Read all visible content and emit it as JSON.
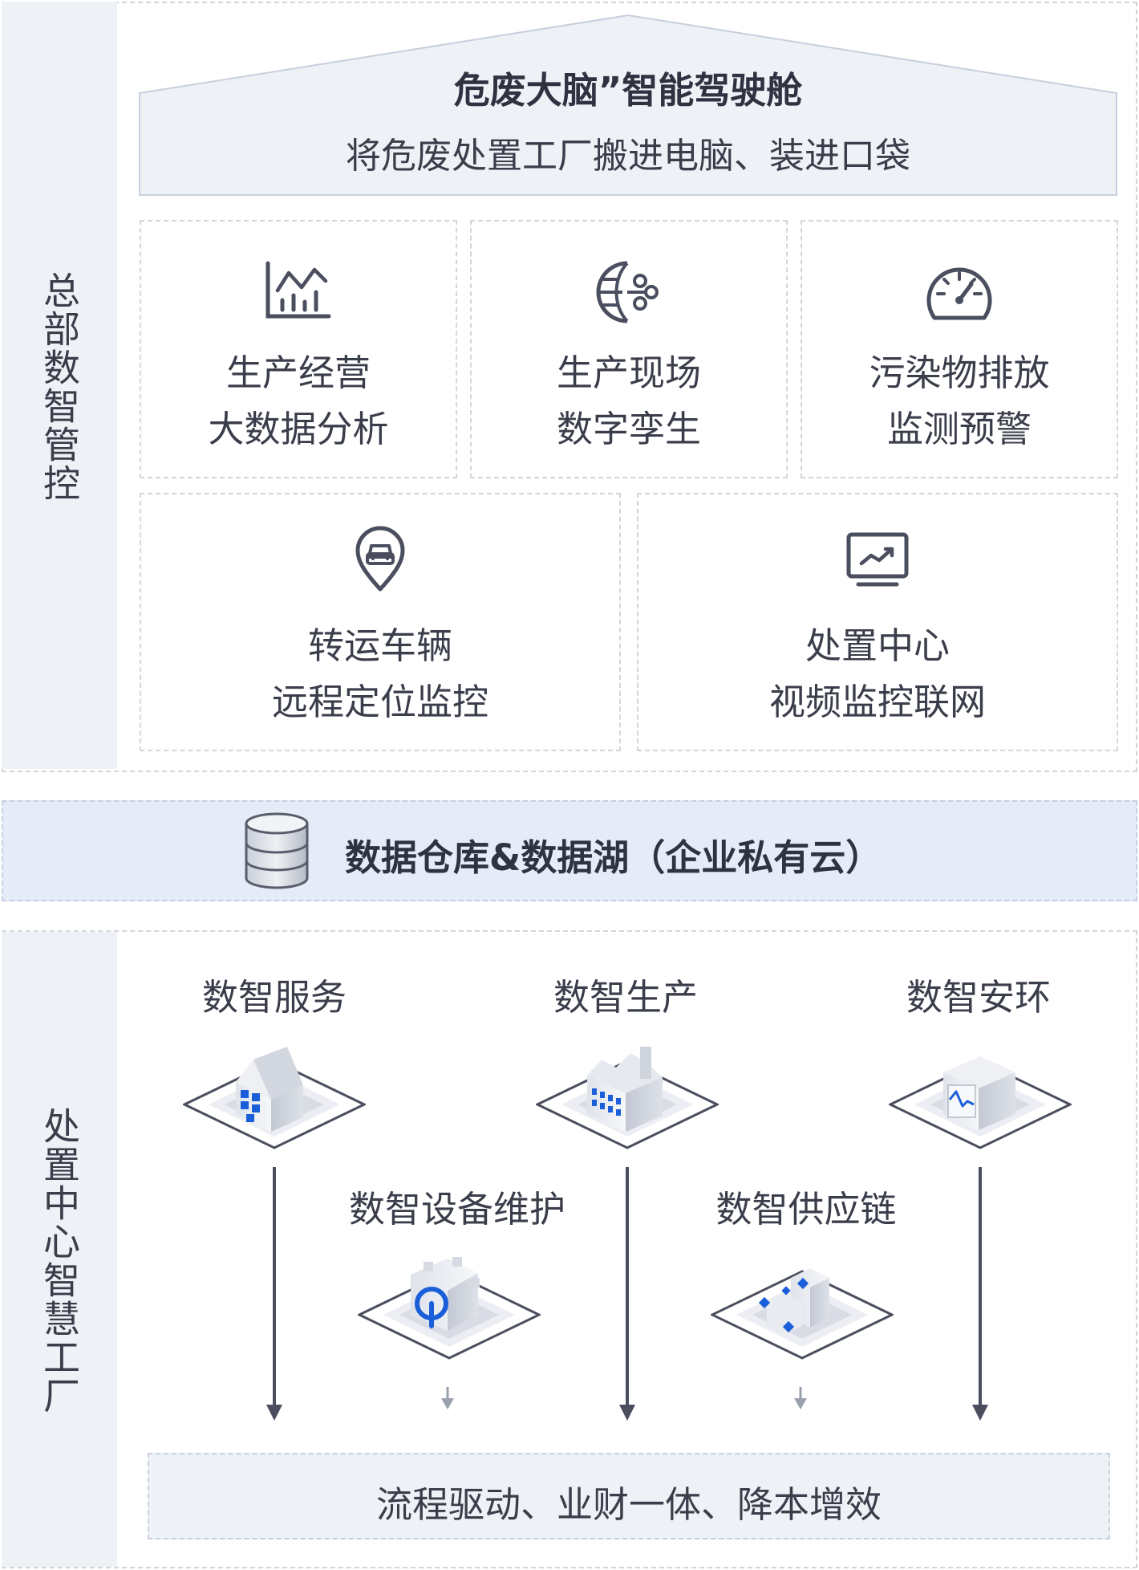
{
  "headquarters": {
    "side_label": "总部数智管控",
    "roof_title": "危废大脑”智能驾驶舱",
    "roof_subtitle": "将危废处置工厂搬进电脑、装进口袋",
    "cards": [
      {
        "icon": "bar-chart-icon",
        "line1": "生产经营",
        "line2": "大数据分析"
      },
      {
        "icon": "digital-twin-icon",
        "line1": "生产现场",
        "line2": "数字孪生"
      },
      {
        "icon": "gauge-icon",
        "line1": "污染物排放",
        "line2": "监测预警"
      },
      {
        "icon": "vehicle-location-icon",
        "line1": "转运车辆",
        "line2": "远程定位监控"
      },
      {
        "icon": "monitor-chart-icon",
        "line1": "处置中心",
        "line2": "视频监控联网"
      }
    ]
  },
  "data_layer": {
    "label": "数据仓库&数据湖（企业私有云）",
    "icon": "database-icon"
  },
  "factory": {
    "side_label": "处置中心智慧工厂",
    "modules": [
      {
        "label": "数智服务",
        "icon": "service-building-icon"
      },
      {
        "label": "数智生产",
        "icon": "factory-building-icon"
      },
      {
        "label": "数智安环",
        "icon": "safety-monitor-icon"
      },
      {
        "label": "数智设备维护",
        "icon": "gear-maintenance-icon"
      },
      {
        "label": "数智供应链",
        "icon": "supply-chain-icon"
      }
    ],
    "result": "流程驱动、业财一体、降本增效"
  }
}
